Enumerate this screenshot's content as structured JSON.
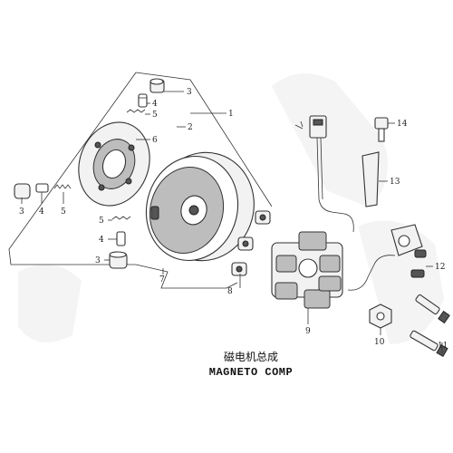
{
  "callouts": [
    "1",
    "2",
    "3",
    "4",
    "5",
    "6",
    "7",
    "8",
    "9",
    "10",
    "11",
    "12",
    "13",
    "14"
  ],
  "caption": {
    "chinese": "磁电机总成",
    "english": "MAGNETO COMP"
  }
}
